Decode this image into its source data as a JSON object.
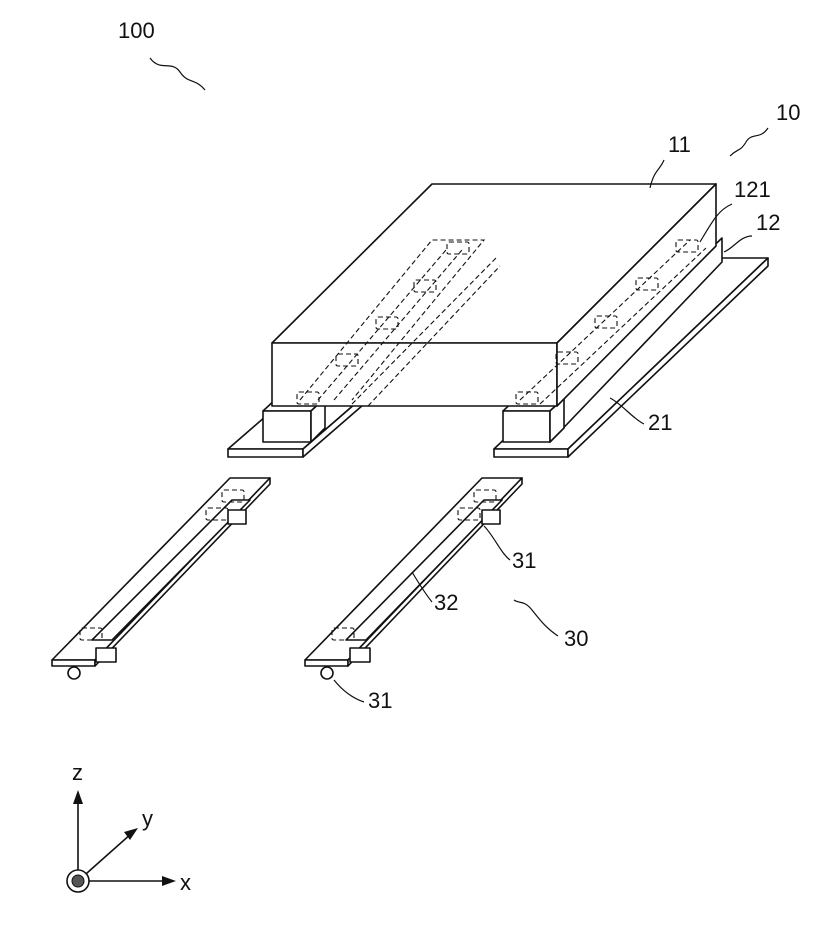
{
  "figure": {
    "labels": {
      "module_assembly": "100",
      "module": "10",
      "top_body": "11",
      "connector": "121",
      "lower_layer": "12",
      "substrate": "21",
      "terminal_a": "31",
      "terminal_b": "31",
      "strip": "32",
      "connector_set": "30"
    },
    "axes": {
      "z": "z",
      "y": "y",
      "x": "x"
    }
  }
}
